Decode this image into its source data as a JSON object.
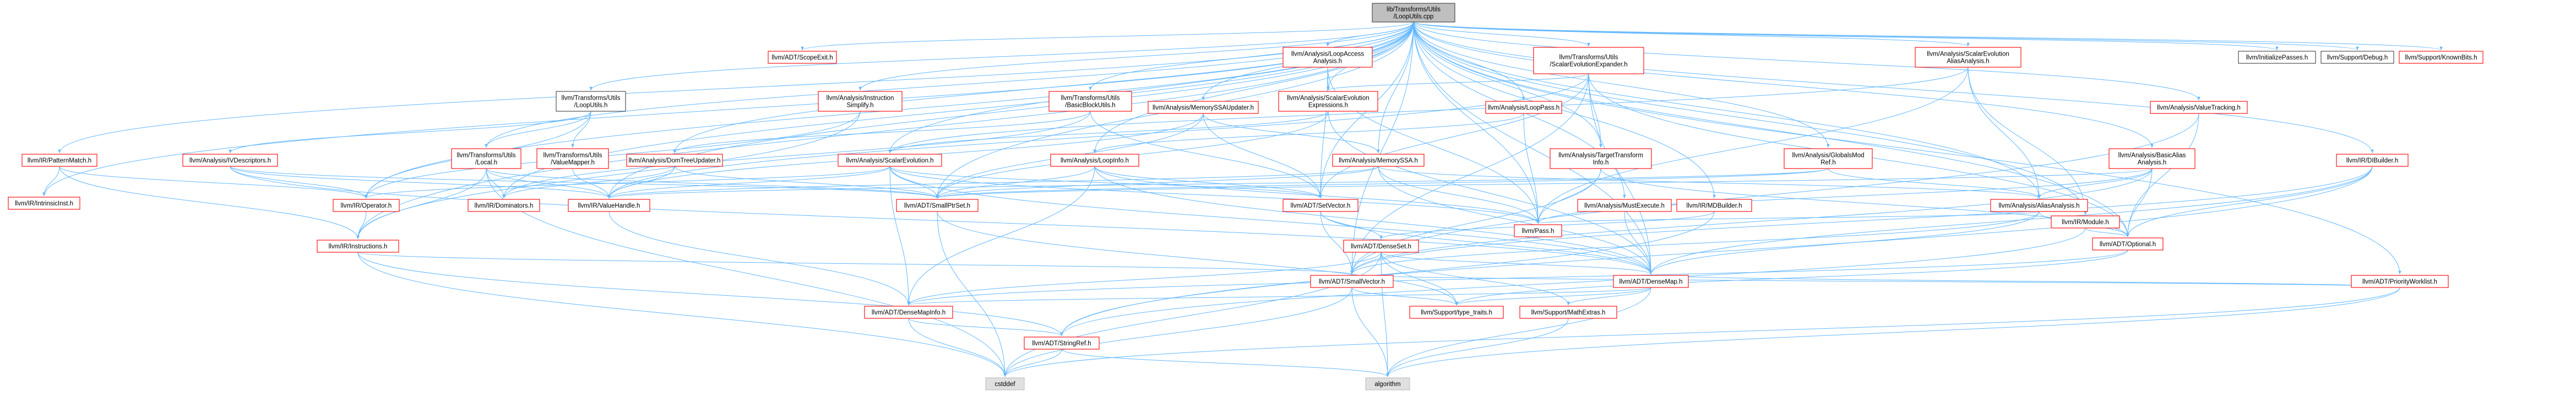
{
  "colors": {
    "edge": "#63b8ff",
    "root_fill": "#bfbfbf",
    "root_stroke": "#404040",
    "header_stroke": "#ff0000",
    "leaf_stroke": "#bfbfbf",
    "leaf_fill": "#e0e0e0",
    "node_fill": "#ffffff"
  },
  "nodes": [
    {
      "id": "root",
      "kind": "root",
      "lines": [
        "lib/Transforms/Utils",
        "/LoopUtils.cpp"
      ]
    },
    {
      "id": "scopeexit",
      "kind": "header",
      "lines": [
        "llvm/ADT/ScopeExit.h"
      ]
    },
    {
      "id": "loopaccess",
      "kind": "header",
      "lines": [
        "llvm/Analysis/LoopAccess",
        "Analysis.h"
      ]
    },
    {
      "id": "scevexpander",
      "kind": "header",
      "lines": [
        "llvm/Transforms/Utils",
        "/ScalarEvolutionExpander.h"
      ]
    },
    {
      "id": "scevaa",
      "kind": "header",
      "lines": [
        "llvm/Analysis/ScalarEvolution",
        "AliasAnalysis.h"
      ]
    },
    {
      "id": "initpasses",
      "kind": "plain",
      "lines": [
        "llvm/InitializePasses.h"
      ]
    },
    {
      "id": "support_debug",
      "kind": "plain",
      "lines": [
        "llvm/Support/Debug.h"
      ]
    },
    {
      "id": "knownbits",
      "kind": "header",
      "lines": [
        "llvm/Support/KnownBits.h"
      ]
    },
    {
      "id": "tu_looputils",
      "kind": "plain",
      "lines": [
        "llvm/Transforms/Utils",
        "/LoopUtils.h"
      ]
    },
    {
      "id": "instsimplify",
      "kind": "header",
      "lines": [
        "llvm/Analysis/Instruction",
        "Simplify.h"
      ]
    },
    {
      "id": "basicblockutils",
      "kind": "header",
      "lines": [
        "llvm/Transforms/Utils",
        "/BasicBlockUtils.h"
      ]
    },
    {
      "id": "memssaupdater",
      "kind": "header",
      "lines": [
        "llvm/Analysis/MemorySSAUpdater.h"
      ]
    },
    {
      "id": "scevexpressions",
      "kind": "header",
      "lines": [
        "llvm/Analysis/ScalarEvolution",
        "Expressions.h"
      ]
    },
    {
      "id": "looppass",
      "kind": "header",
      "lines": [
        "llvm/Analysis/LoopPass.h"
      ]
    },
    {
      "id": "valuetracking",
      "kind": "header",
      "lines": [
        "llvm/Analysis/ValueTracking.h"
      ]
    },
    {
      "id": "patternmatch",
      "kind": "header",
      "lines": [
        "llvm/IR/PatternMatch.h"
      ]
    },
    {
      "id": "ivdescriptors",
      "kind": "header",
      "lines": [
        "llvm/Analysis/IVDescriptors.h"
      ]
    },
    {
      "id": "tu_local",
      "kind": "header",
      "lines": [
        "llvm/Transforms/Utils",
        "/Local.h"
      ]
    },
    {
      "id": "valuemapper",
      "kind": "header",
      "lines": [
        "llvm/Transforms/Utils",
        "/ValueMapper.h"
      ]
    },
    {
      "id": "domtreeupdater",
      "kind": "header",
      "lines": [
        "llvm/Analysis/DomTreeUpdater.h"
      ]
    },
    {
      "id": "scalarevolution",
      "kind": "header",
      "lines": [
        "llvm/Analysis/ScalarEvolution.h"
      ]
    },
    {
      "id": "loopinfo",
      "kind": "header",
      "lines": [
        "llvm/Analysis/LoopInfo.h"
      ]
    },
    {
      "id": "memoryssa",
      "kind": "header",
      "lines": [
        "llvm/Analysis/MemorySSA.h"
      ]
    },
    {
      "id": "targettransform",
      "kind": "header",
      "lines": [
        "llvm/Analysis/TargetTransform",
        "Info.h"
      ]
    },
    {
      "id": "globalsmodref",
      "kind": "header",
      "lines": [
        "llvm/Analysis/GlobalsMod",
        "Ref.h"
      ]
    },
    {
      "id": "basicaa",
      "kind": "header",
      "lines": [
        "llvm/Analysis/BasicAlias",
        "Analysis.h"
      ]
    },
    {
      "id": "irbuilder",
      "kind": "header",
      "lines": [
        "llvm/IR/DIBuilder.h"
      ]
    },
    {
      "id": "intrinsicinst",
      "kind": "header",
      "lines": [
        "llvm/IR/IntrinsicInst.h"
      ]
    },
    {
      "id": "operator",
      "kind": "header",
      "lines": [
        "llvm/IR/Operator.h"
      ]
    },
    {
      "id": "dominators",
      "kind": "header",
      "lines": [
        "llvm/IR/Dominators.h"
      ]
    },
    {
      "id": "valuehandle",
      "kind": "header",
      "lines": [
        "llvm/IR/ValueHandle.h"
      ]
    },
    {
      "id": "smallptrset",
      "kind": "header",
      "lines": [
        "llvm/ADT/SmallPtrSet.h"
      ]
    },
    {
      "id": "setvector",
      "kind": "header",
      "lines": [
        "llvm/ADT/SetVector.h"
      ]
    },
    {
      "id": "mustexecute",
      "kind": "header",
      "lines": [
        "llvm/Analysis/MustExecute.h"
      ]
    },
    {
      "id": "mdbuilder",
      "kind": "header",
      "lines": [
        "llvm/IR/MDBuilder.h"
      ]
    },
    {
      "id": "aliasanalysis",
      "kind": "header",
      "lines": [
        "llvm/Analysis/AliasAnalysis.h"
      ]
    },
    {
      "id": "irmodule",
      "kind": "header",
      "lines": [
        "llvm/IR/Module.h"
      ]
    },
    {
      "id": "pass",
      "kind": "header",
      "lines": [
        "llvm/Pass.h"
      ]
    },
    {
      "id": "optional",
      "kind": "header",
      "lines": [
        "llvm/ADT/Optional.h"
      ]
    },
    {
      "id": "instructions",
      "kind": "header",
      "lines": [
        "llvm/IR/Instructions.h"
      ]
    },
    {
      "id": "denseset",
      "kind": "header",
      "lines": [
        "llvm/ADT/DenseSet.h"
      ]
    },
    {
      "id": "smallvector",
      "kind": "header",
      "lines": [
        "llvm/ADT/SmallVector.h"
      ]
    },
    {
      "id": "densemap",
      "kind": "header",
      "lines": [
        "llvm/ADT/DenseMap.h"
      ]
    },
    {
      "id": "priorityworklist",
      "kind": "header",
      "lines": [
        "llvm/ADT/PriorityWorklist.h"
      ]
    },
    {
      "id": "densemapinfo",
      "kind": "header",
      "lines": [
        "llvm/ADT/DenseMapInfo.h"
      ]
    },
    {
      "id": "typetraits",
      "kind": "header",
      "lines": [
        "llvm/Support/type_traits.h"
      ]
    },
    {
      "id": "mathextras",
      "kind": "header",
      "lines": [
        "llvm/Support/MathExtras.h"
      ]
    },
    {
      "id": "stringref",
      "kind": "header",
      "lines": [
        "llvm/ADT/StringRef.h"
      ]
    },
    {
      "id": "cstddef",
      "kind": "leaf",
      "lines": [
        "cstddef"
      ]
    },
    {
      "id": "algorithm",
      "kind": "leaf",
      "lines": [
        "algorithm"
      ]
    }
  ],
  "edges": [
    [
      "root",
      "scopeexit"
    ],
    [
      "root",
      "loopaccess"
    ],
    [
      "root",
      "scevexpander"
    ],
    [
      "root",
      "scevaa"
    ],
    [
      "root",
      "initpasses"
    ],
    [
      "root",
      "support_debug"
    ],
    [
      "root",
      "knownbits"
    ],
    [
      "root",
      "tu_looputils"
    ],
    [
      "root",
      "instsimplify"
    ],
    [
      "root",
      "basicblockutils"
    ],
    [
      "root",
      "memssaupdater"
    ],
    [
      "root",
      "scevexpressions"
    ],
    [
      "root",
      "looppass"
    ],
    [
      "root",
      "valuetracking"
    ],
    [
      "root",
      "patternmatch"
    ],
    [
      "root",
      "tu_local"
    ],
    [
      "root",
      "domtreeupdater"
    ],
    [
      "root",
      "scalarevolution"
    ],
    [
      "root",
      "loopinfo"
    ],
    [
      "root",
      "memoryssa"
    ],
    [
      "root",
      "targettransform"
    ],
    [
      "root",
      "globalsmodref"
    ],
    [
      "root",
      "basicaa"
    ],
    [
      "root",
      "irbuilder"
    ],
    [
      "root",
      "intrinsicinst"
    ],
    [
      "root",
      "mustexecute"
    ],
    [
      "root",
      "mdbuilder"
    ],
    [
      "root",
      "aliasanalysis"
    ],
    [
      "root",
      "irmodule"
    ],
    [
      "root",
      "pass"
    ],
    [
      "root",
      "optional"
    ],
    [
      "root",
      "smallptrset"
    ],
    [
      "root",
      "setvector"
    ],
    [
      "root",
      "priorityworklist"
    ],
    [
      "root",
      "densemap"
    ],
    [
      "root",
      "smallvector"
    ],
    [
      "root",
      "valuehandle"
    ],
    [
      "root",
      "dominators"
    ],
    [
      "root",
      "operator"
    ],
    [
      "root",
      "instructions"
    ],
    [
      "loopaccess",
      "scevexpressions"
    ],
    [
      "loopaccess",
      "pass"
    ],
    [
      "loopaccess",
      "setvector"
    ],
    [
      "scevexpander",
      "scevexpressions"
    ],
    [
      "scevexpander",
      "targettransform"
    ],
    [
      "scevexpander",
      "valuehandle"
    ],
    [
      "scevexpander",
      "optional"
    ],
    [
      "scevexpander",
      "densemap"
    ],
    [
      "scevexpander",
      "setvector"
    ],
    [
      "scevexpander",
      "smallvector"
    ],
    [
      "scevaa",
      "aliasanalysis"
    ],
    [
      "scevaa",
      "scalarevolution"
    ],
    [
      "scevaa",
      "pass"
    ],
    [
      "scevaa",
      "irmodule"
    ],
    [
      "tu_looputils",
      "ivdescriptors"
    ],
    [
      "tu_looputils",
      "tu_local"
    ],
    [
      "tu_looputils",
      "valuemapper"
    ],
    [
      "tu_looputils",
      "operator"
    ],
    [
      "instsimplify",
      "operator"
    ],
    [
      "instsimplify",
      "instructions"
    ],
    [
      "basicblockutils",
      "domtreeupdater"
    ],
    [
      "basicblockutils",
      "dominators"
    ],
    [
      "basicblockutils",
      "setvector"
    ],
    [
      "memssaupdater",
      "memoryssa"
    ],
    [
      "memssaupdater",
      "smallptrset"
    ],
    [
      "memssaupdater",
      "setvector"
    ],
    [
      "memssaupdater",
      "valuehandle"
    ],
    [
      "scevexpressions",
      "scalarevolution"
    ],
    [
      "scevexpressions",
      "smallptrset"
    ],
    [
      "scevexpressions",
      "densemap"
    ],
    [
      "looppass",
      "loopinfo"
    ],
    [
      "looppass",
      "pass"
    ],
    [
      "valuetracking",
      "optional"
    ],
    [
      "valuetracking",
      "smallvector"
    ],
    [
      "patternmatch",
      "operator"
    ],
    [
      "patternmatch",
      "instructions"
    ],
    [
      "patternmatch",
      "intrinsicinst"
    ],
    [
      "ivdescriptors",
      "smallptrset"
    ],
    [
      "ivdescriptors",
      "operator"
    ],
    [
      "ivdescriptors",
      "valuehandle"
    ],
    [
      "ivdescriptors",
      "densemap"
    ],
    [
      "tu_local",
      "dominators"
    ],
    [
      "tu_local",
      "valuehandle"
    ],
    [
      "tu_local",
      "smallptrset"
    ],
    [
      "tu_local",
      "instructions"
    ],
    [
      "tu_local",
      "cstddef"
    ],
    [
      "valuemapper",
      "valuehandle"
    ],
    [
      "domtreeupdater",
      "dominators"
    ],
    [
      "domtreeupdater",
      "valuehandle"
    ],
    [
      "domtreeupdater",
      "smallptrset"
    ],
    [
      "scalarevolution",
      "valuehandle"
    ],
    [
      "scalarevolution",
      "operator"
    ],
    [
      "scalarevolution",
      "smallptrset"
    ],
    [
      "scalarevolution",
      "setvector"
    ],
    [
      "scalarevolution",
      "densemap"
    ],
    [
      "scalarevolution",
      "densemapinfo"
    ],
    [
      "scalarevolution",
      "pass"
    ],
    [
      "loopinfo",
      "smallptrset"
    ],
    [
      "loopinfo",
      "setvector"
    ],
    [
      "loopinfo",
      "densemap"
    ],
    [
      "loopinfo",
      "densemapinfo"
    ],
    [
      "loopinfo",
      "pass"
    ],
    [
      "memoryssa",
      "aliasanalysis"
    ],
    [
      "memoryssa",
      "pass"
    ],
    [
      "memoryssa",
      "smallptrset"
    ],
    [
      "memoryssa",
      "valuehandle"
    ],
    [
      "memoryssa",
      "densemap"
    ],
    [
      "targettransform",
      "pass"
    ],
    [
      "targettransform",
      "smallvector"
    ],
    [
      "targettransform",
      "optional"
    ],
    [
      "globalsmodref",
      "aliasanalysis"
    ],
    [
      "globalsmodref",
      "valuehandle"
    ],
    [
      "globalsmodref",
      "smallptrset"
    ],
    [
      "basicaa",
      "aliasanalysis"
    ],
    [
      "basicaa",
      "pass"
    ],
    [
      "basicaa",
      "optional"
    ],
    [
      "basicaa",
      "smallptrset"
    ],
    [
      "basicaa",
      "smallvector"
    ],
    [
      "irbuilder",
      "optional"
    ],
    [
      "irbuilder",
      "densemap"
    ],
    [
      "irbuilder",
      "smallvector"
    ],
    [
      "irbuilder",
      "stringref"
    ],
    [
      "operator",
      "instructions"
    ],
    [
      "valuehandle",
      "densemapinfo"
    ],
    [
      "smallptrset",
      "typetraits"
    ],
    [
      "smallptrset",
      "cstddef"
    ],
    [
      "setvector",
      "densemap"
    ],
    [
      "setvector",
      "denseset"
    ],
    [
      "setvector",
      "smallvector"
    ],
    [
      "mustexecute",
      "densemap"
    ],
    [
      "mdbuilder",
      "stringref"
    ],
    [
      "mdbuilder",
      "denseset"
    ],
    [
      "aliasanalysis",
      "densemap"
    ],
    [
      "aliasanalysis",
      "optional"
    ],
    [
      "aliasanalysis",
      "smallvector"
    ],
    [
      "aliasanalysis",
      "pass"
    ],
    [
      "irmodule",
      "stringref"
    ],
    [
      "irmodule",
      "optional"
    ],
    [
      "optional",
      "densemapinfo"
    ],
    [
      "optional",
      "typetraits"
    ],
    [
      "instructions",
      "stringref"
    ],
    [
      "instructions",
      "smallvector"
    ],
    [
      "instructions",
      "cstddef"
    ],
    [
      "denseset",
      "densemap"
    ],
    [
      "denseset",
      "densemapinfo"
    ],
    [
      "denseset",
      "mathextras"
    ],
    [
      "denseset",
      "typetraits"
    ],
    [
      "denseset",
      "algorithm"
    ],
    [
      "denseset",
      "cstddef"
    ],
    [
      "smallvector",
      "typetraits"
    ],
    [
      "smallvector",
      "algorithm"
    ],
    [
      "smallvector",
      "cstddef"
    ],
    [
      "densemap",
      "densemapinfo"
    ],
    [
      "densemap",
      "mathextras"
    ],
    [
      "densemap",
      "typetraits"
    ],
    [
      "densemap",
      "algorithm"
    ],
    [
      "priorityworklist",
      "densemap"
    ],
    [
      "priorityworklist",
      "smallvector"
    ],
    [
      "priorityworklist",
      "algorithm"
    ],
    [
      "priorityworklist",
      "cstddef"
    ],
    [
      "densemapinfo",
      "stringref"
    ],
    [
      "densemapinfo",
      "cstddef"
    ],
    [
      "mathextras",
      "algorithm"
    ],
    [
      "stringref",
      "cstddef"
    ],
    [
      "stringref",
      "algorithm"
    ]
  ]
}
